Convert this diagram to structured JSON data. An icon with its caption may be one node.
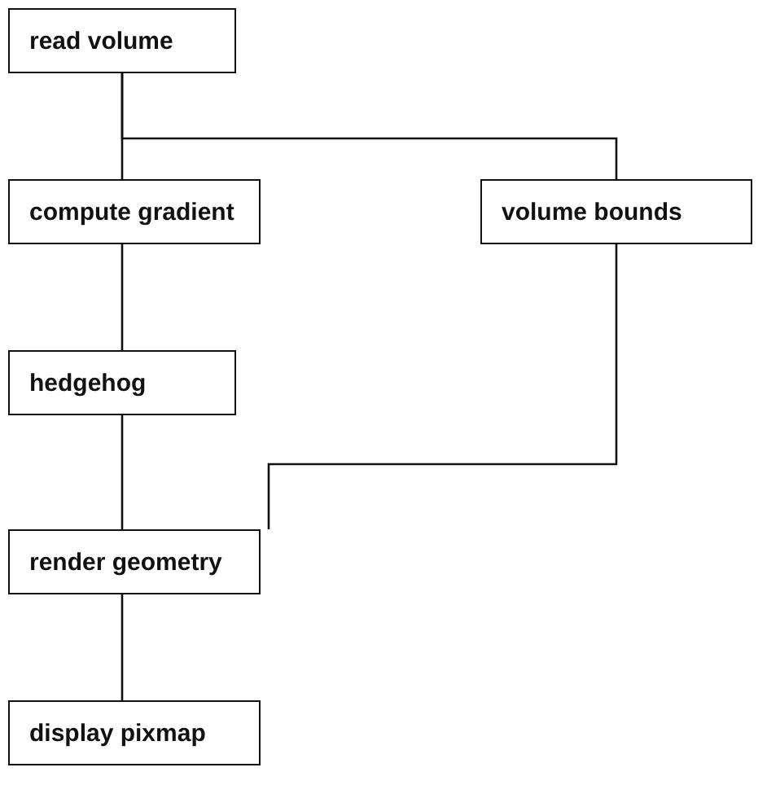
{
  "diagram": {
    "nodes": [
      {
        "text": [
          "read volume"
        ]
      },
      {
        "text": [
          "compute gradient"
        ]
      },
      {
        "text": [
          "volume bounds"
        ]
      },
      {
        "text": [
          "hedgehog"
        ]
      },
      {
        "text": [
          "render geometry"
        ]
      },
      {
        "text": [
          "display pixmap"
        ]
      }
    ],
    "edges": [
      {
        "from": 0,
        "to": 1,
        "arrow": "none"
      },
      {
        "from": 0,
        "to": 2,
        "arrow": "none"
      },
      {
        "from": 1,
        "to": 3,
        "arrow": "none"
      },
      {
        "from": 3,
        "to": 4,
        "arrow": "none"
      },
      {
        "from": 2,
        "to": 4,
        "arrow": "none"
      },
      {
        "from": 4,
        "to": 5,
        "arrow": "none"
      }
    ]
  }
}
